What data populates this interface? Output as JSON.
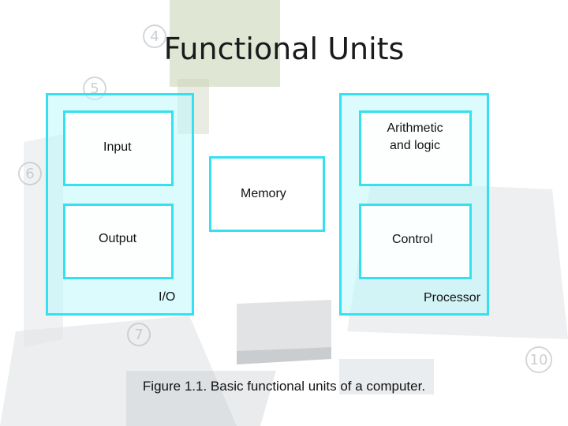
{
  "title": "Functional Units",
  "labels": {
    "input": "Input",
    "output": "Output",
    "io": "I/O",
    "memory": "Memory",
    "alu": "Arithmetic and logic",
    "control": "Control",
    "processor": "Processor"
  },
  "caption": "Figure 1.1.  Basic functional units of a computer.",
  "background_numbers": [
    "4",
    "5",
    "6",
    "7",
    "10"
  ],
  "colors": {
    "box_border": "#35e0f0",
    "group_fill": "#bef8fc"
  }
}
